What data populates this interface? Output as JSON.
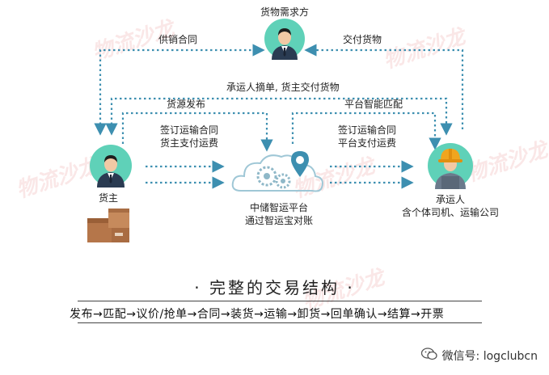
{
  "labels": {
    "demand_party": "货物需求方",
    "supply_contract": "供销合同",
    "deliver_goods": "交付货物",
    "carrier_pick_delivery": "承运人摘单, 货主交付货物",
    "cargo_publish": "货源发布",
    "smart_match": "平台智能匹配",
    "left_contract_l1": "签订运输合同",
    "left_contract_l2": "货主支付运费",
    "right_contract_l1": "签订运输合同",
    "right_contract_l2": "平台支付运费",
    "shipper": "货主",
    "platform_l1": "中储智运平台",
    "platform_l2": "通过智运宝对账",
    "carrier_l1": "承运人",
    "carrier_l2": "含个体司机、运输公司"
  },
  "title": "· 完整的交易结构 ·",
  "process": "发布→匹配→议价/抢单→合同→装货→运输→卸货→回单确认→结算→开票",
  "footer": {
    "wechat_label": "微信号: logclubcn"
  },
  "watermark": "物流沙龙",
  "colors": {
    "arrow": "#3d8fb0",
    "circle_teal": "#5fd1b8",
    "suit": "#2a3b52",
    "helmet": "#f0a51e",
    "box": "#b5764a"
  }
}
